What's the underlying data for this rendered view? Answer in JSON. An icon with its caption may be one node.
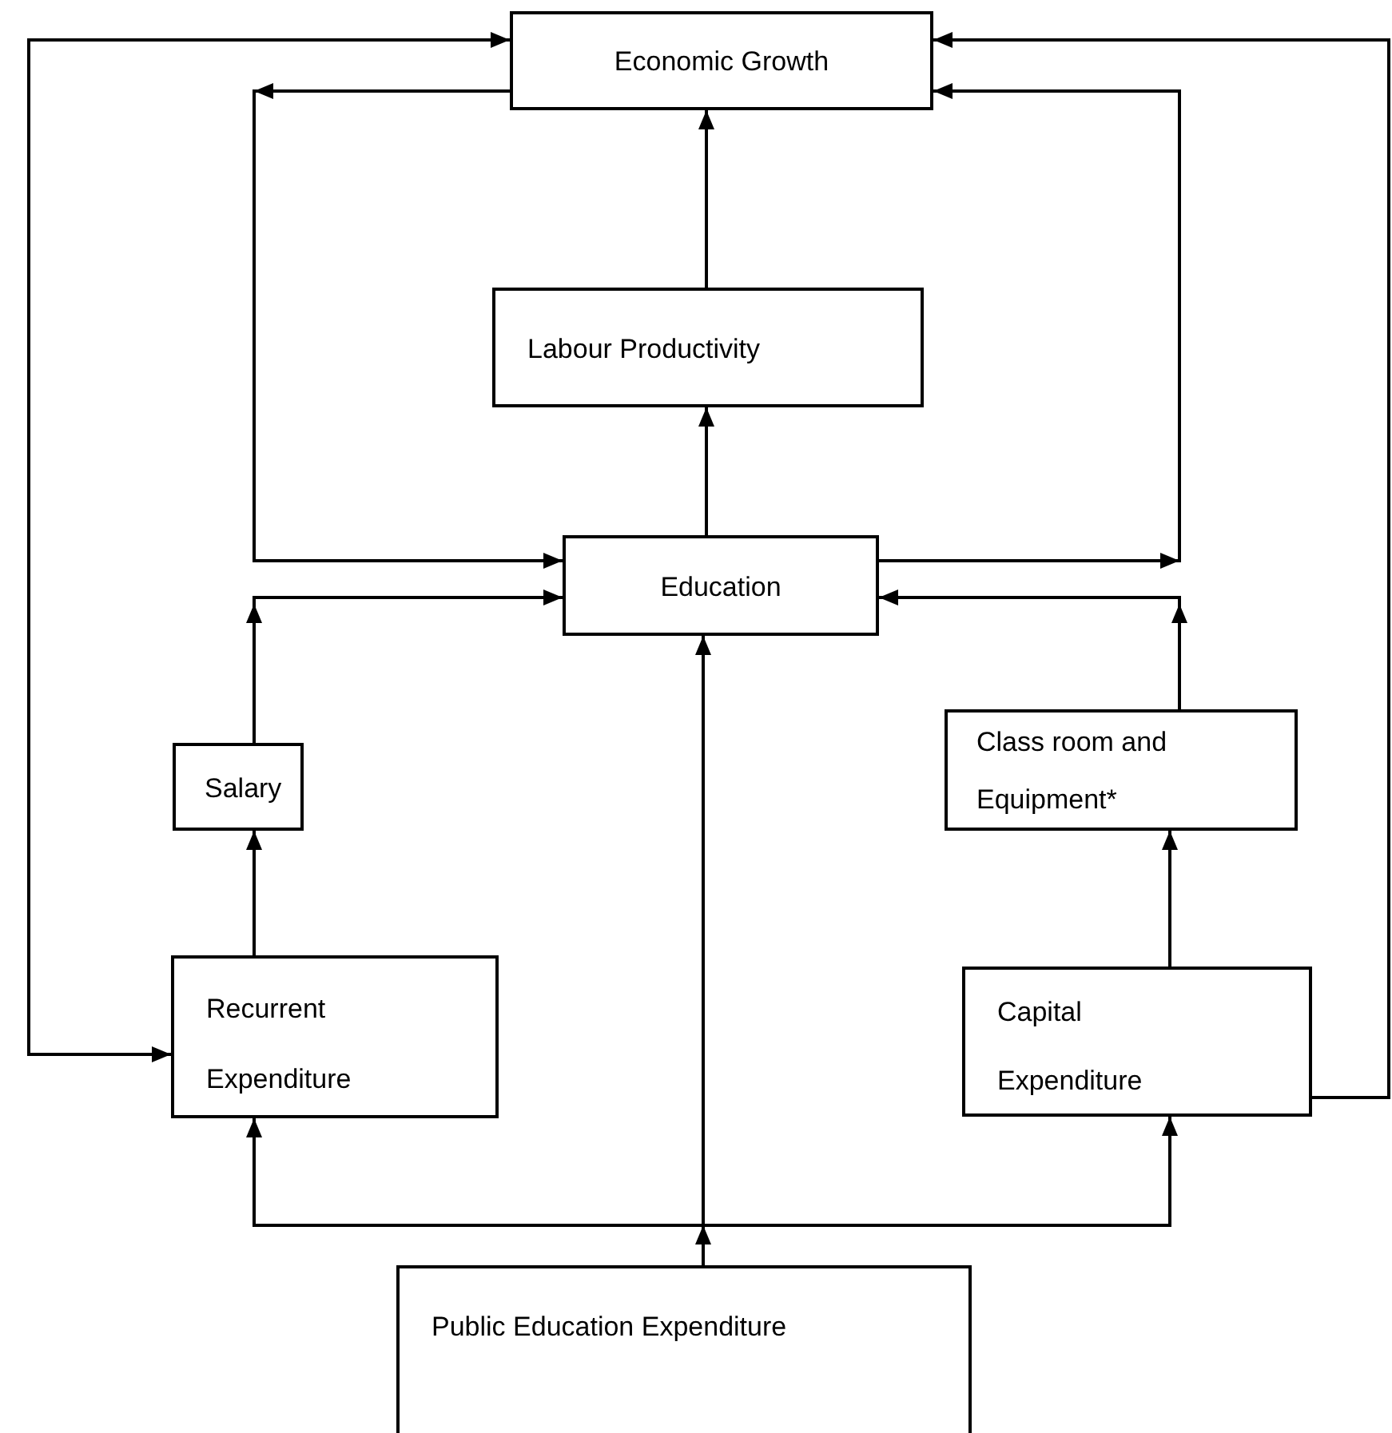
{
  "diagram": {
    "nodes": [
      {
        "text": [
          "Economic Growth"
        ]
      },
      {
        "text": [
          "Labour Productivity"
        ]
      },
      {
        "text": [
          "Education"
        ]
      },
      {
        "text": [
          "Salary"
        ]
      },
      {
        "text": [
          "Class room and Equipment*"
        ]
      },
      {
        "text": [
          "Recurrent Expenditure"
        ]
      },
      {
        "text": [
          "Capital Expenditure"
        ]
      },
      {
        "text": [
          "Public Education Expenditure"
        ]
      }
    ],
    "edges": [
      {
        "from": 1,
        "to": 0,
        "arrow": "to"
      },
      {
        "from": 2,
        "to": 1,
        "arrow": "to"
      },
      {
        "from": 0,
        "to": 2,
        "arrow": "to"
      },
      {
        "from": 2,
        "to": 0,
        "arrow": "to"
      },
      {
        "from": 3,
        "to": 2,
        "arrow": "to"
      },
      {
        "from": 4,
        "to": 2,
        "arrow": "to"
      },
      {
        "from": 5,
        "to": 3,
        "arrow": "to"
      },
      {
        "from": 6,
        "to": 4,
        "arrow": "to"
      },
      {
        "from": 7,
        "to": 2,
        "arrow": "to"
      },
      {
        "from": 7,
        "to": 5,
        "arrow": "to"
      },
      {
        "from": 7,
        "to": 6,
        "arrow": "to"
      },
      {
        "from": 5,
        "to": 0,
        "arrow": "both"
      },
      {
        "from": 6,
        "to": 0,
        "arrow": "to"
      }
    ]
  }
}
